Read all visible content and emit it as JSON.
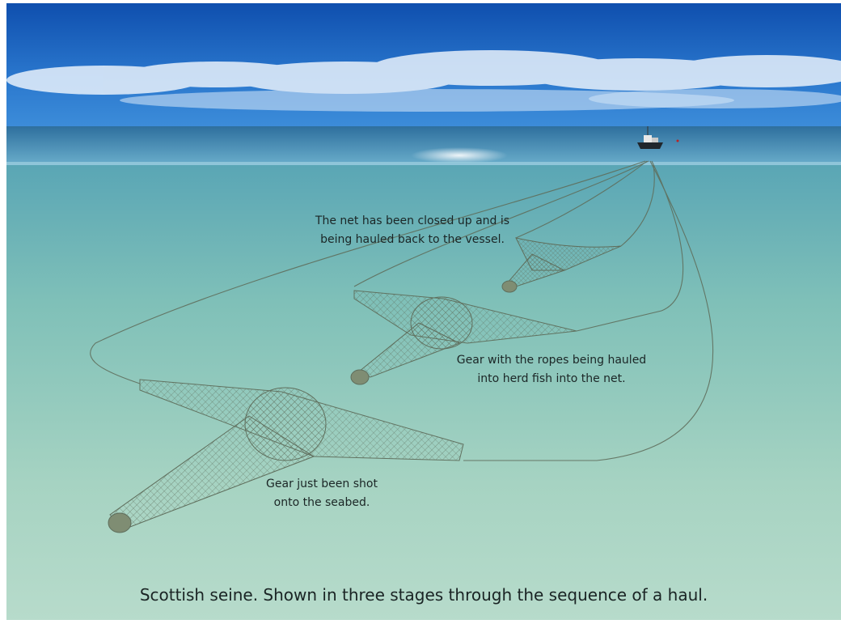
{
  "annotations": {
    "stage_closed": "The net has been closed up and is\nbeing hauled back to the vessel.",
    "stage_hauling": "Gear with the ropes being hauled\ninto herd fish into the net.",
    "stage_shot": "Gear just been shot\nonto the seabed."
  },
  "caption": "Scottish seine. Shown in three stages through the sequence of a haul.",
  "colors": {
    "sky_top": "#0f4fae",
    "sky_horizon": "#3c8cd9",
    "water_surface": "#4a92b8",
    "water_deep": "#6fb6b4",
    "seabed": "#a9d3c0",
    "net_line": "#5f6e5c",
    "net_fill": "#8b9b7d"
  }
}
